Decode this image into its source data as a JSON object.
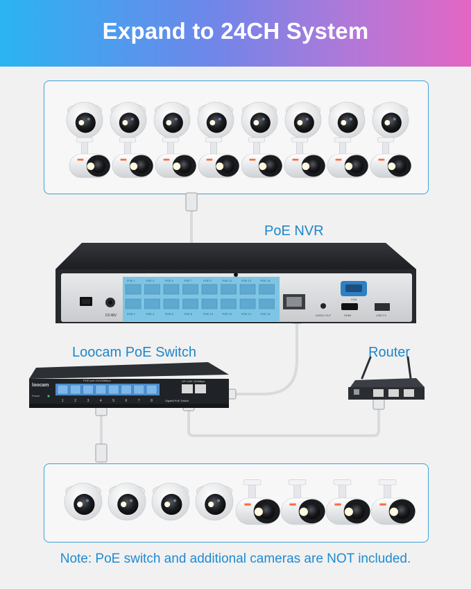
{
  "banner": {
    "title": "Expand to 24CH System",
    "gradient": [
      "#2ab4f2",
      "#6f86e9",
      "#b278d8",
      "#e466c3"
    ]
  },
  "labels": {
    "nvr": "PoE NVR",
    "switch": "Loocam PoE Switch",
    "router": "Router"
  },
  "note": "Note: PoE switch and additional cameras are NOT included.",
  "colors": {
    "accent": "#1e86c9",
    "box_border": "#3e9fd8",
    "poe_port": "#7ec4e4",
    "device_body": "#23262b"
  },
  "cameras": {
    "top_domes": 8,
    "top_bullets": 8,
    "bottom_domes": 4,
    "bottom_bullets": 4
  },
  "nvr": {
    "power_text": "DC48V",
    "audio_out": "AUDIO OUT",
    "vga": "VGA",
    "hdmi": "HDMI",
    "usb": "USB 2.0",
    "poe_ports_top": [
      "POE 1",
      "POE 3",
      "POE 5",
      "POE 7",
      "POE 9",
      "POE 11",
      "POE 13",
      "POE 15"
    ],
    "poe_ports_bottom": [
      "POE 2",
      "POE 4",
      "POE 6",
      "POE 8",
      "POE 10",
      "POE 12",
      "POE 14",
      "POE 16"
    ]
  },
  "switch": {
    "brand": "loocam",
    "ports_title": "POE port 10/100Mbps",
    "uplink_title": "UP-LINK 100Mbps",
    "power": "Power",
    "port_numbers": [
      "1",
      "2",
      "3",
      "4",
      "5",
      "6",
      "7",
      "8"
    ],
    "model": "Gigabit PoE Switch"
  }
}
